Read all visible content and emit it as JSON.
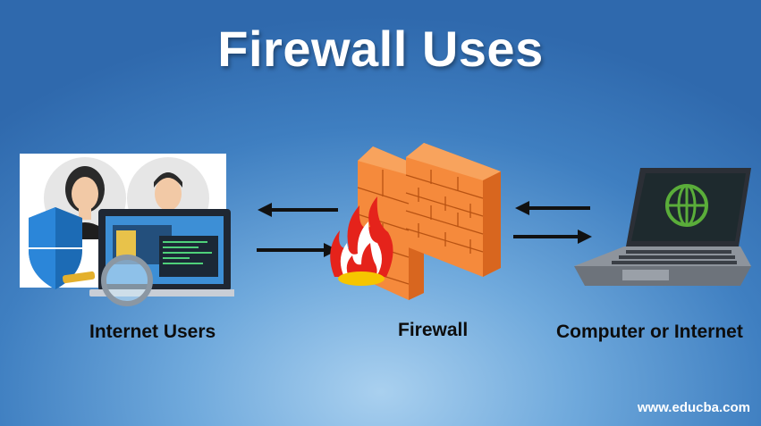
{
  "title": "Firewall Uses",
  "nodes": {
    "users_label": "Internet Users",
    "firewall_label": "Firewall",
    "computer_label": "Computer or Internet"
  },
  "watermark": "www.educba.com",
  "colors": {
    "brick": "#f58a3c",
    "brick_dark": "#d8661f",
    "brick_top": "#f8a35d",
    "screen_globe": "#5aad3a",
    "shield": "#1c6bb5"
  },
  "icons": [
    "users-icon",
    "shield-icon",
    "magnifier-icon",
    "laptop-icon",
    "firewall-icon",
    "flame-icon",
    "globe-icon"
  ]
}
